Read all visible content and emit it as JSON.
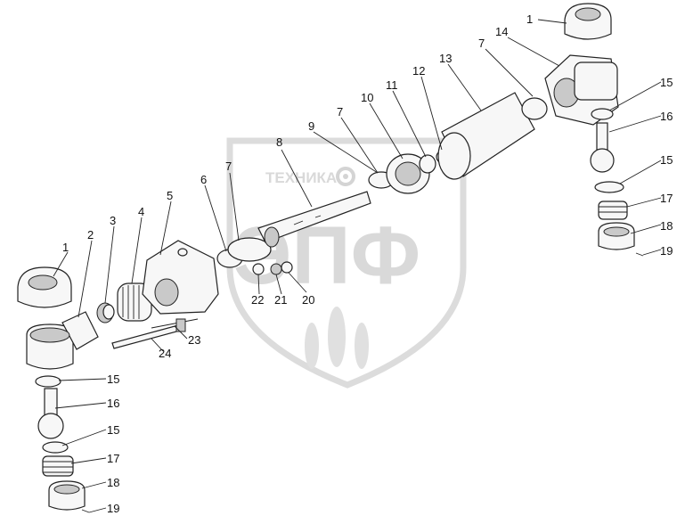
{
  "watermark": {
    "brand_text": "ТЕХНИКА",
    "logo_letters": "ЭПФ",
    "colors": {
      "shield": "#dcdcdc",
      "text": "#d4d4d4"
    }
  },
  "diagram": {
    "labels": {
      "p1a": "1",
      "p1b": "1",
      "p2": "2",
      "p3": "3",
      "p4": "4",
      "p5": "5",
      "p6": "6",
      "p7a": "7",
      "p7b": "7",
      "p7c": "7",
      "p8": "8",
      "p9": "9",
      "p10": "10",
      "p11": "11",
      "p12": "12",
      "p13": "13",
      "p14": "14",
      "p15a": "15",
      "p15b": "15",
      "p15c": "15",
      "p15d": "15",
      "p16a": "16",
      "p16b": "16",
      "p17a": "17",
      "p17b": "17",
      "p18a": "18",
      "p18b": "18",
      "p19a": "19",
      "p19b": "19",
      "p20": "20",
      "p21": "21",
      "p22": "22",
      "p23": "23",
      "p24": "24"
    }
  }
}
